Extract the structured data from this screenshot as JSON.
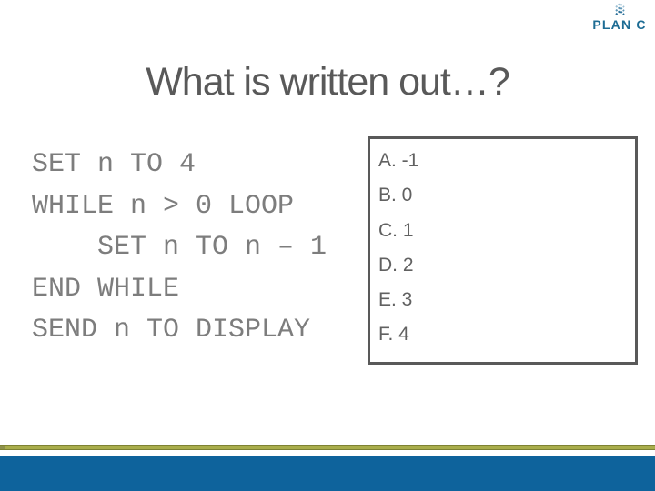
{
  "logo": {
    "text": "PLAN C"
  },
  "title": "What is written out…?",
  "code": {
    "lines": [
      "SET n TO 4",
      "WHILE n > 0 LOOP",
      "    SET n TO n – 1",
      "END WHILE",
      "SEND n TO DISPLAY"
    ]
  },
  "answers": {
    "items": [
      "A. -1",
      "B. 0",
      "C. 1",
      "D. 2",
      "E. 3",
      "F. 4"
    ]
  },
  "colors": {
    "title_text": "#595959",
    "code_text": "#7d7d7d",
    "answer_text": "#616161",
    "box_border": "#595959",
    "logo_blue": "#1d6c94",
    "footer_blue": "#0e639c",
    "accent_olive": "#a9ad4b",
    "accent_olive_edge": "#7e8233"
  }
}
